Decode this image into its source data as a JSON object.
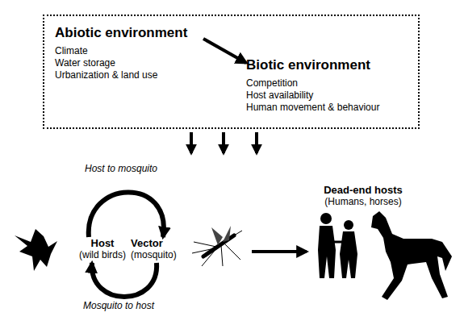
{
  "diagram": {
    "nodes": [
      {
        "text": []
      },
      {
        "text": [
          "Abiotic environment",
          "Climate",
          "Water storage",
          "Urbanization & land use"
        ],
        "in": 0
      },
      {
        "text": [
          "Biotic environment",
          "Competition",
          "Host availability",
          "Human movement & behaviour"
        ],
        "in": 0
      },
      {
        "text": [
          "Host",
          "(wild birds)"
        ]
      },
      {
        "text": [
          "Vector",
          "(mosquito)"
        ]
      },
      {
        "text": [
          "Dead-end hosts",
          "(Humans, horses)"
        ]
      }
    ],
    "edges": [
      {
        "from": 1,
        "to": 2,
        "arrow": "to"
      },
      {
        "from": 3,
        "to": 4,
        "label": "Host to mosquito",
        "arrow": "to"
      },
      {
        "from": 4,
        "to": 3,
        "label": "Mosquito to host",
        "arrow": "to"
      },
      {
        "from": 4,
        "to": 5,
        "arrow": "to"
      }
    ]
  }
}
